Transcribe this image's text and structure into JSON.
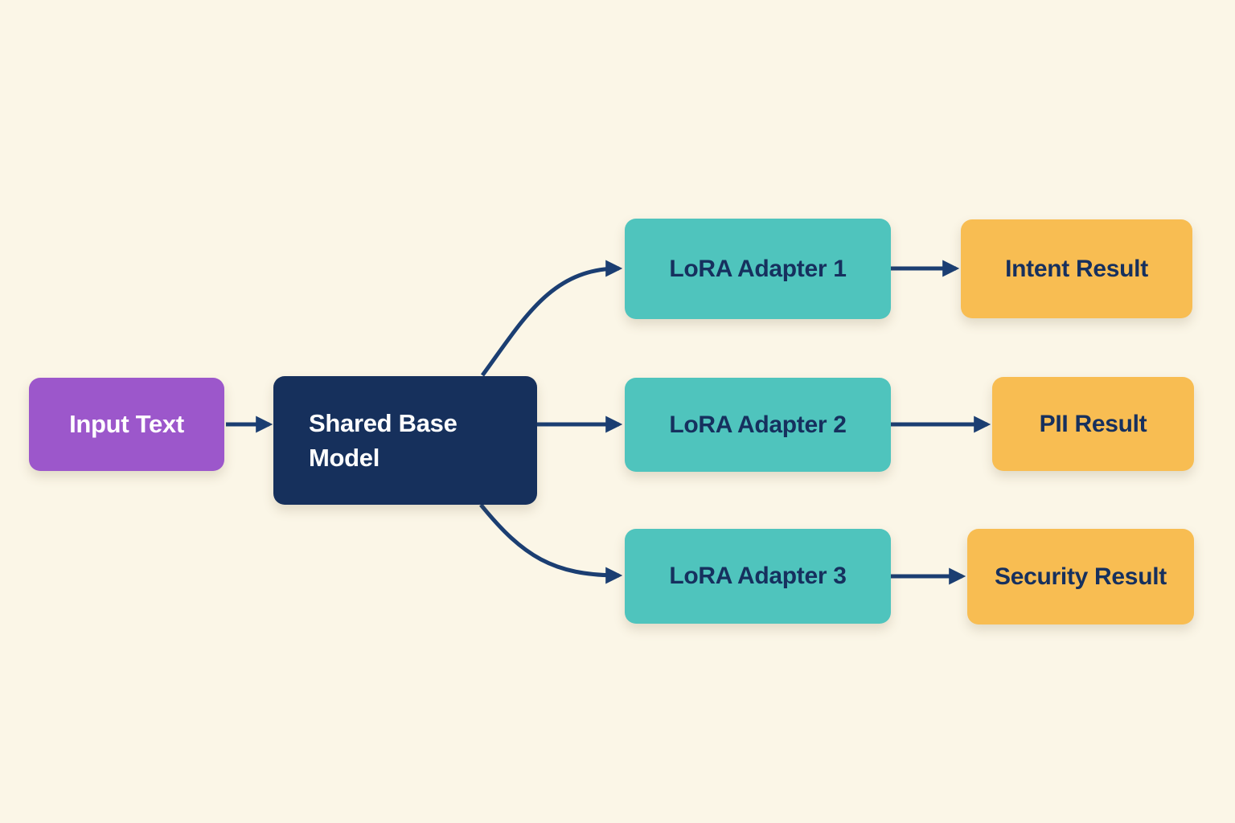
{
  "diagram": {
    "nodes": {
      "input": {
        "label": "Input Text"
      },
      "base": {
        "label": "Shared Base Model"
      },
      "adapter1": {
        "label": "LoRA Adapter 1"
      },
      "adapter2": {
        "label": "LoRA Adapter 2"
      },
      "adapter3": {
        "label": "LoRA Adapter 3"
      },
      "result1": {
        "label": "Intent Result"
      },
      "result2": {
        "label": "PII Result"
      },
      "result3": {
        "label": "Security Result"
      }
    },
    "edges": [
      {
        "from": "input",
        "to": "base"
      },
      {
        "from": "base",
        "to": "adapter1"
      },
      {
        "from": "base",
        "to": "adapter2"
      },
      {
        "from": "base",
        "to": "adapter3"
      },
      {
        "from": "adapter1",
        "to": "result1"
      },
      {
        "from": "adapter2",
        "to": "result2"
      },
      {
        "from": "adapter3",
        "to": "result3"
      }
    ],
    "colors": {
      "background": "#fbf6e7",
      "input_fill": "#9c57cb",
      "base_fill": "#16305c",
      "adapter_fill": "#4fc4bd",
      "result_fill": "#f8bd52",
      "connector": "#1b3e72",
      "text_light": "#ffffff",
      "text_dark": "#16305e"
    }
  }
}
